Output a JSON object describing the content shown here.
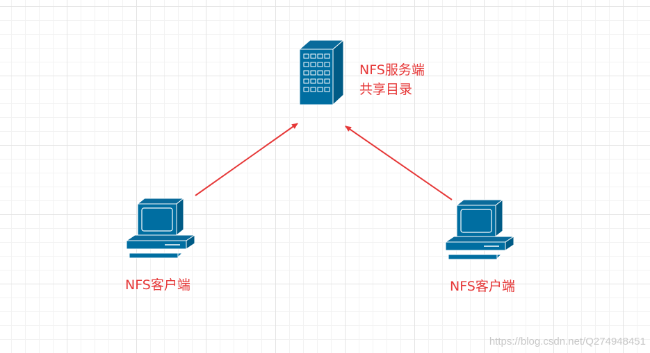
{
  "diagram": {
    "server": {
      "icon": "server-tower-icon",
      "label_line1": "NFS服务端",
      "label_line2": "共享目录"
    },
    "client_left": {
      "icon": "desktop-computer-icon",
      "label": "NFS客户端"
    },
    "client_right": {
      "icon": "desktop-computer-icon",
      "label": "NFS客户端"
    },
    "connections": [
      {
        "from": "client_left",
        "to": "server"
      },
      {
        "from": "client_right",
        "to": "server"
      }
    ],
    "colors": {
      "icon_fill": "#006ea1",
      "icon_dark": "#005b86",
      "label_text": "#e63838",
      "arrow": "#e63838"
    }
  },
  "watermark": "https://blog.csdn.net/Q274948451"
}
